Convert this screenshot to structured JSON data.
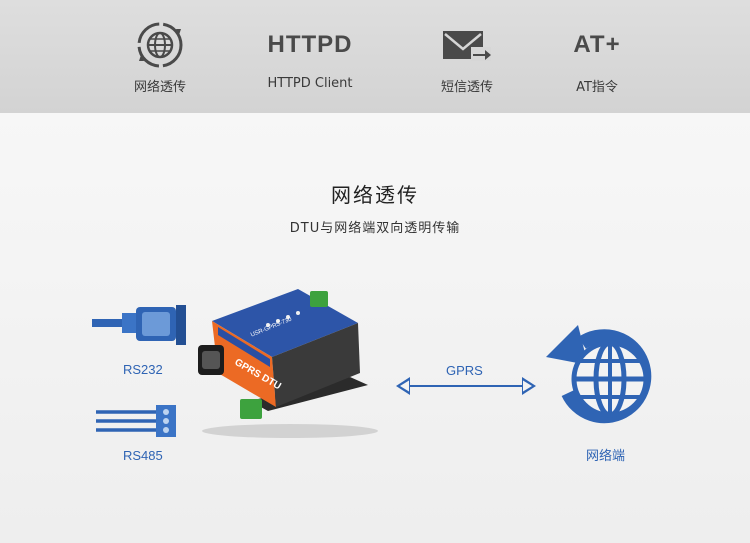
{
  "features": [
    {
      "icon": "network-globe-icon",
      "label": "网络透传"
    },
    {
      "icon": "httpd-text-icon",
      "icon_text": "HTTPD",
      "label": "HTTPD Client"
    },
    {
      "icon": "sms-envelope-icon",
      "label": "短信透传"
    },
    {
      "icon": "at-plus-text-icon",
      "icon_text": "AT+",
      "label": "AT指令"
    }
  ],
  "section": {
    "title": "网络透传",
    "subtitle": "DTU与网络端双向透明传输"
  },
  "diagram": {
    "rs232_label": "RS232",
    "rs485_label": "RS485",
    "link_label": "GPRS",
    "network_label": "网络端",
    "device": {
      "name": "GPRS DTU",
      "model": "USR-GPRS-730"
    }
  },
  "colors": {
    "accent_blue": "#2f64b4",
    "device_orange": "#ec6a24",
    "device_blue": "#2a4fa3",
    "connector_green": "#3da23e"
  }
}
